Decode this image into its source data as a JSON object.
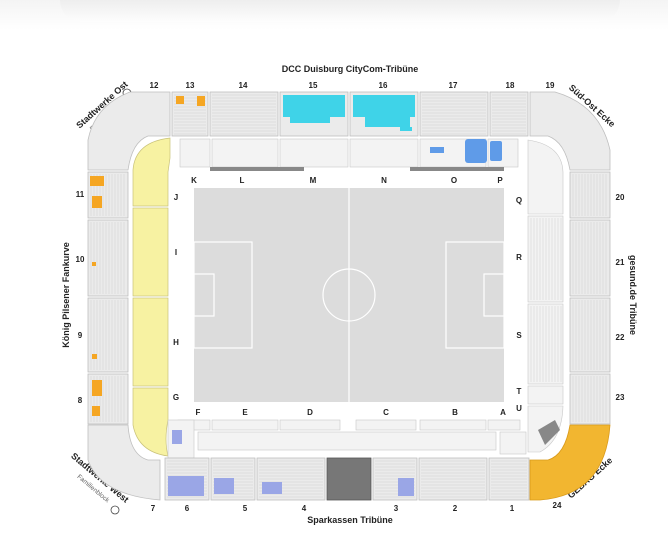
{
  "stands": {
    "north": "DCC Duisburg CityCom-Tribüne",
    "south": "Sparkassen Tribüne",
    "west": "König Pilsener Fankurve",
    "east": "gesund.de Tribüne",
    "nw_corner": "Stadtwerke Ost",
    "nw_sub": "Familienblock",
    "sw_corner": "Stadtwerke West",
    "sw_sub": "Familienblock",
    "ne_corner": "Süd-Ost Ecke",
    "se_corner": "GEBAG Ecke"
  },
  "blocks": {
    "b1": "1",
    "b2": "2",
    "b3": "3",
    "b4": "4",
    "b5": "5",
    "b6": "6",
    "b7": "7",
    "b8": "8",
    "b9": "9",
    "b10": "10",
    "b11": "11",
    "b12": "12",
    "b13": "13",
    "b14": "14",
    "b15": "15",
    "b16": "16",
    "b17": "17",
    "b18": "18",
    "b19": "19",
    "b20": "20",
    "b21": "21",
    "b22": "22",
    "b23": "23",
    "b24": "24"
  },
  "inner": {
    "K": "K",
    "L": "L",
    "M": "M",
    "N": "N",
    "O": "O",
    "P": "P",
    "J": "J",
    "I": "I",
    "H": "H",
    "G": "G",
    "Q": "Q",
    "R": "R",
    "S": "S",
    "T": "T",
    "U": "U",
    "F": "F",
    "E": "E",
    "D": "D",
    "C": "C",
    "B": "B",
    "A": "A"
  },
  "colors": {
    "cyan": "#3fd3e8",
    "blue": "#5f9be8",
    "lavender": "#9aa6e6",
    "orange": "#f5a623",
    "yellow": "#f7f2a2",
    "gold": "#f2b630"
  }
}
